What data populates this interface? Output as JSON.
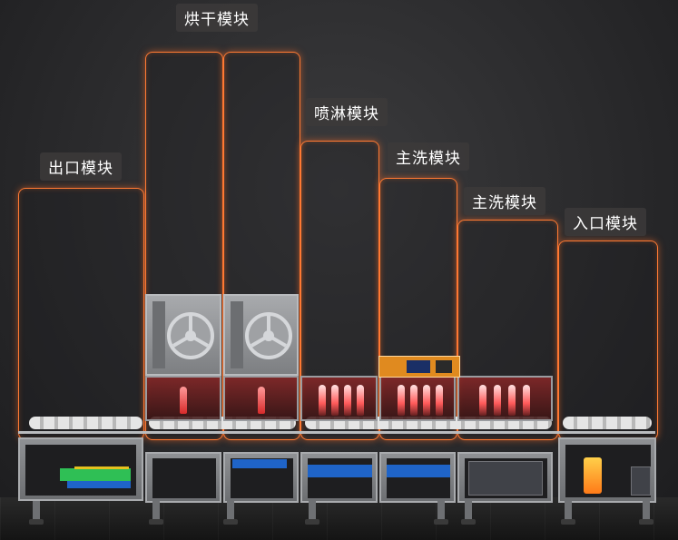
{
  "modules": [
    {
      "id": "exit",
      "label": "出口模块"
    },
    {
      "id": "dry",
      "label": "烘干模块"
    },
    {
      "id": "spray",
      "label": "喷淋模块"
    },
    {
      "id": "main1",
      "label": "主洗模块"
    },
    {
      "id": "main2",
      "label": "主洗模块"
    },
    {
      "id": "entry",
      "label": "入口模块"
    }
  ],
  "colors": {
    "frame_glow": "#ff7a33",
    "background": "#2a2a2c",
    "cabinet": "#8f9194"
  },
  "icons": [
    "fan-icon",
    "heater-icon",
    "control-panel-icon"
  ]
}
